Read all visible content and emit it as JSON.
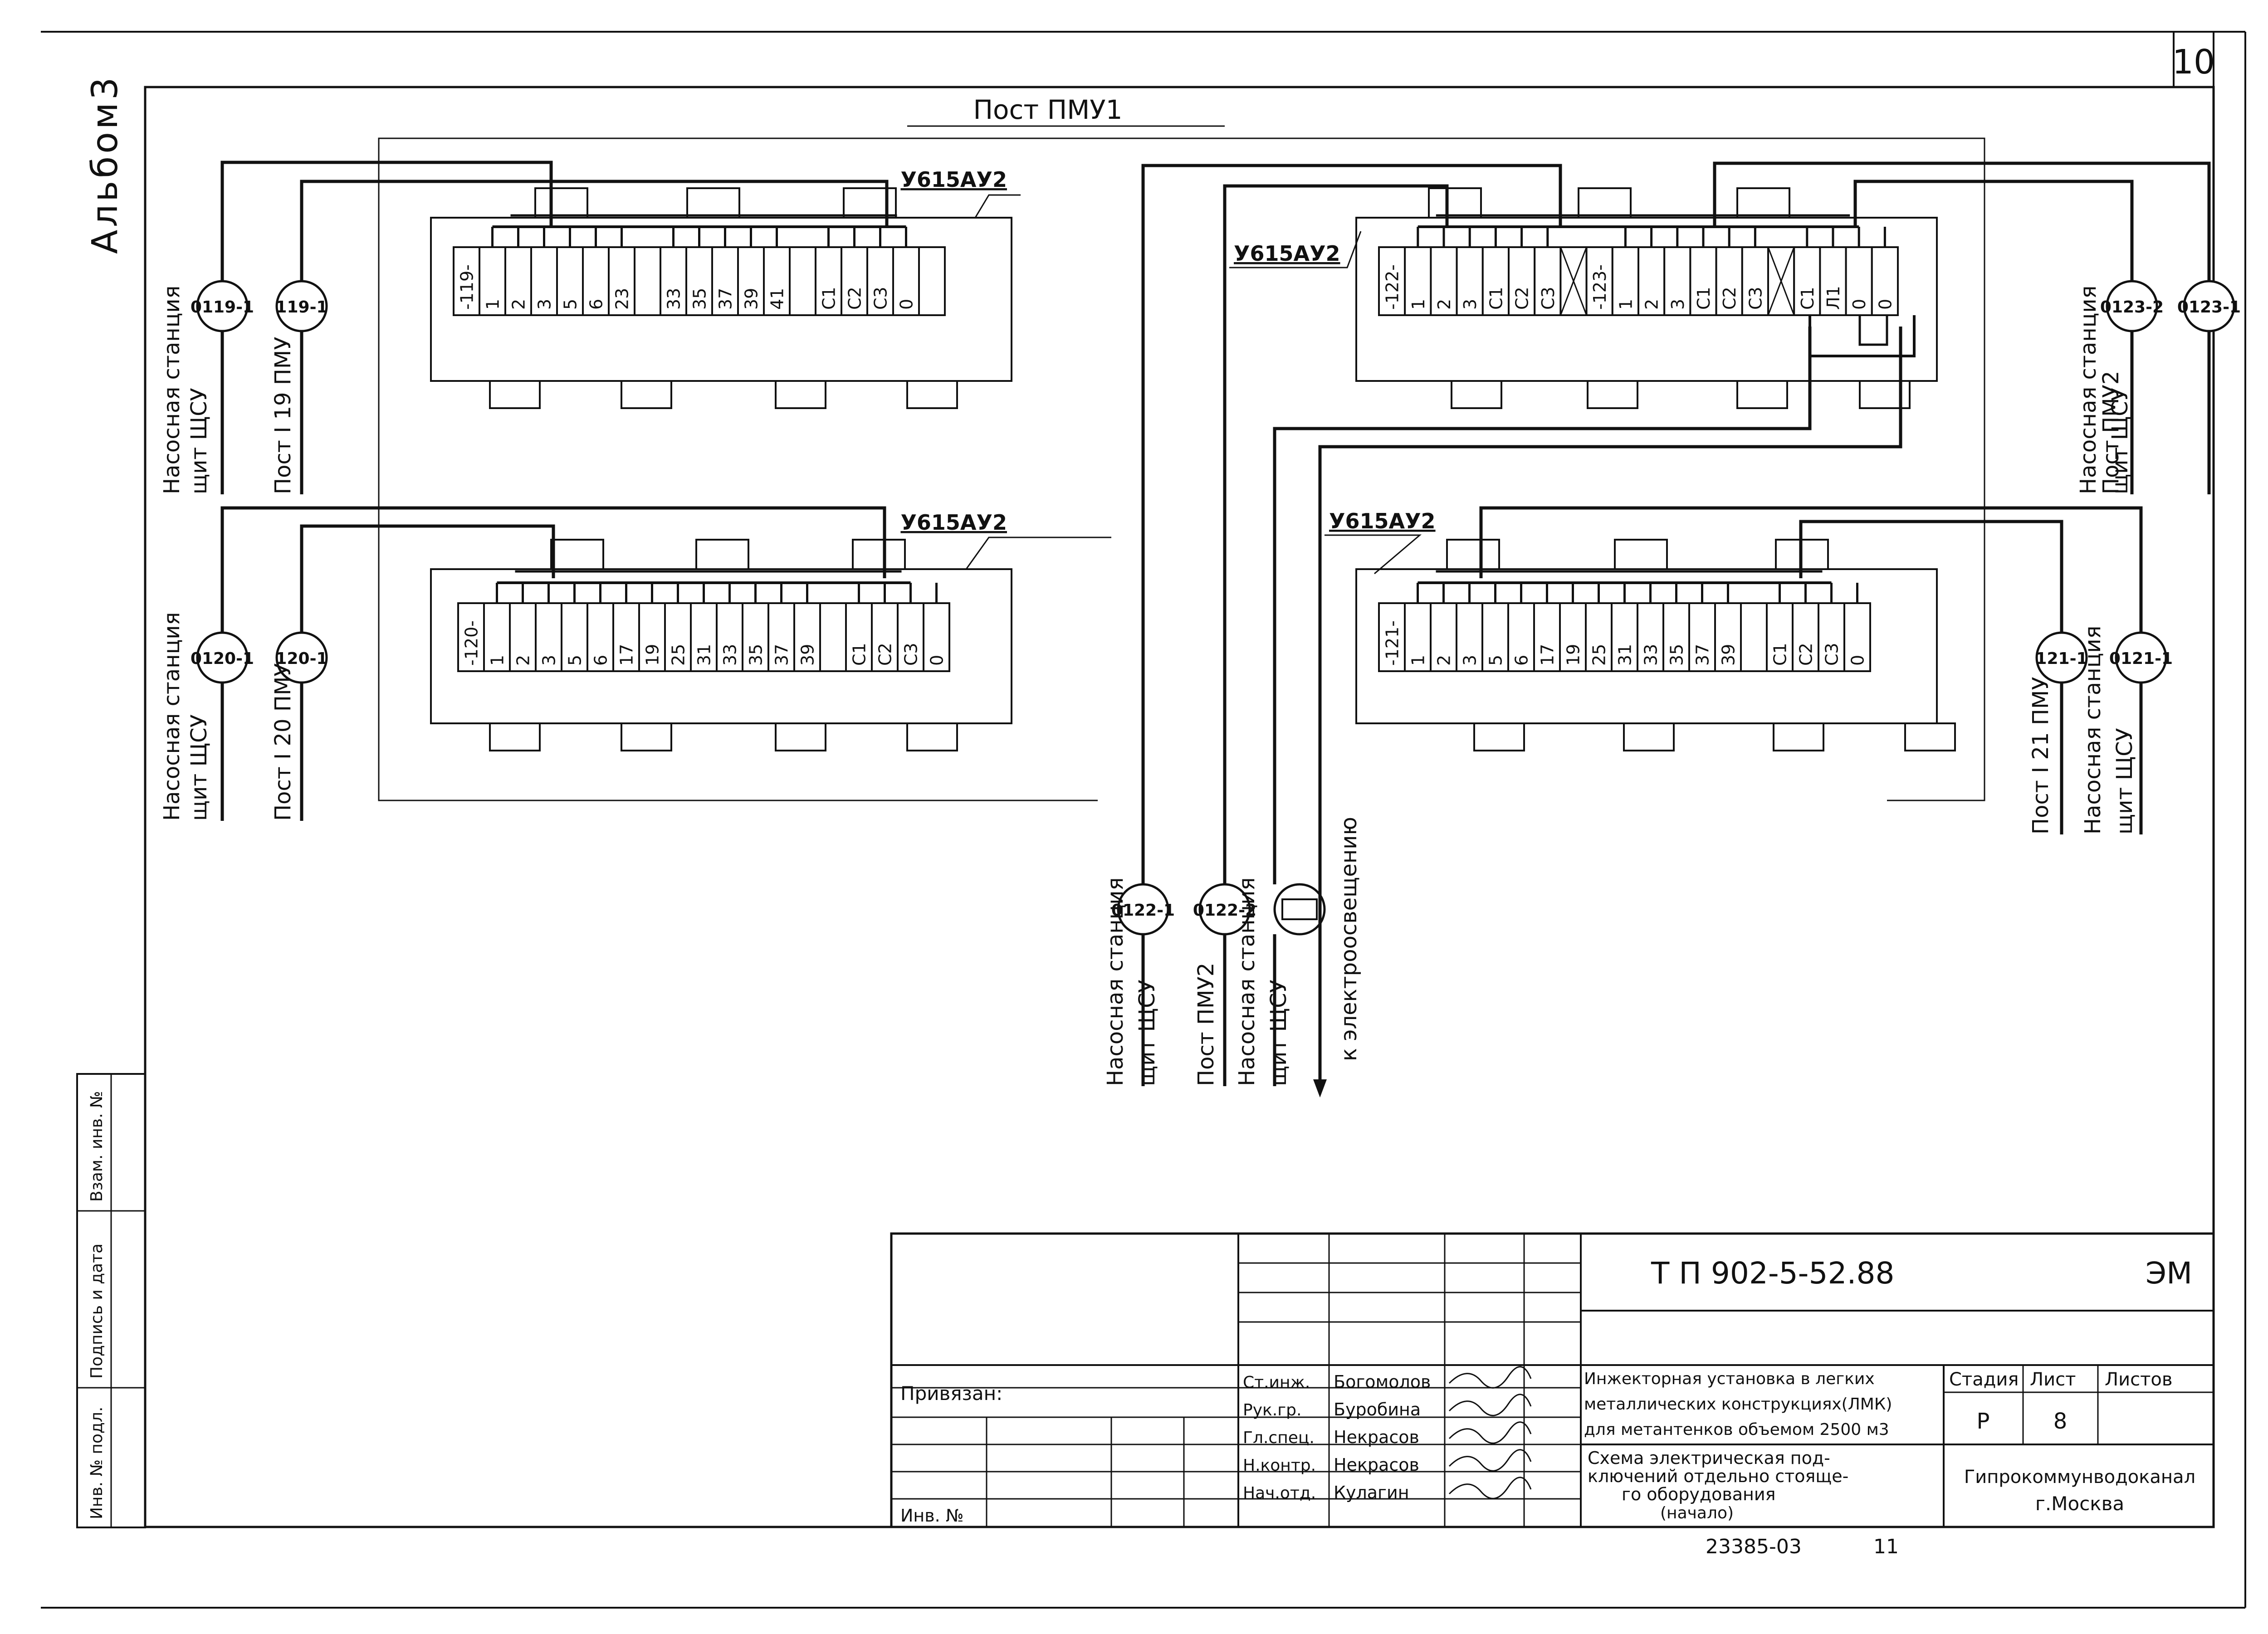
{
  "sheet_number": "10",
  "album": "Альбом3",
  "post_pmu1_label": "Пост ПМУ1",
  "panels": [
    {
      "id": "p1",
      "type_label": "У615АУ2",
      "terminals": [
        "-119-",
        "1",
        "2",
        "3",
        "5",
        "6",
        "23",
        "",
        "33",
        "35",
        "37",
        "39",
        "41",
        "",
        "С1",
        "С2",
        "С3",
        "0",
        ""
      ]
    },
    {
      "id": "p2",
      "type_label": "У615АУ2",
      "terminals": [
        "-120-",
        "1",
        "2",
        "3",
        "5",
        "6",
        "17",
        "19",
        "25",
        "31",
        "33",
        "35",
        "37",
        "39",
        "",
        "С1",
        "С2",
        "С3",
        "0"
      ]
    },
    {
      "id": "p3",
      "type_label": "У615АУ2",
      "terminals": [
        "-122-",
        "1",
        "2",
        "3",
        "С1",
        "С2",
        "С3",
        "X",
        "-123-",
        "1",
        "2",
        "3",
        "С1",
        "С2",
        "С3",
        "X",
        "С1",
        "Л1",
        "0",
        "0"
      ]
    },
    {
      "id": "p4",
      "type_label": "У615АУ2",
      "terminals": [
        "-121-",
        "1",
        "2",
        "3",
        "5",
        "6",
        "17",
        "19",
        "25",
        "31",
        "33",
        "35",
        "37",
        "39",
        "",
        "С1",
        "С2",
        "С3",
        "0"
      ]
    }
  ],
  "cables": [
    {
      "id": "c1191",
      "label": "0119-1",
      "dest": "Насосная станция, щит ЩСУ"
    },
    {
      "id": "c1192",
      "label": "119-1",
      "dest": "Пост I 19 ПМУ"
    },
    {
      "id": "c1201",
      "label": "0120-1",
      "dest": "Насосная станция, щит ЩСУ"
    },
    {
      "id": "c1202",
      "label": "120-1",
      "dest": "Пост I 20 ПМУ"
    },
    {
      "id": "c1231",
      "label": "0123-2",
      "dest": "Пост ПМУ2"
    },
    {
      "id": "c1232",
      "label": "0123-1",
      "dest": "Насосная станция, щит ЩСУ"
    },
    {
      "id": "c1211",
      "label": "121-1",
      "dest": "Пост I 21 ПМУ"
    },
    {
      "id": "c1212",
      "label": "0121-1",
      "dest": "Насосная станция, щит ЩСУ"
    },
    {
      "id": "c1221",
      "label": "0122-1",
      "dest": "Насосная станция щит ЩСУ"
    },
    {
      "id": "c1222",
      "label": "0122-2",
      "dest": "Пост ПМУ2"
    },
    {
      "id": "c1223",
      "label": "",
      "dest": "Насосная станция щит ЩСУ"
    },
    {
      "id": "c1224",
      "label": "",
      "dest": "к электроосвещению"
    }
  ],
  "side_stamp": [
    "Инв. № подл.",
    "Подпись и дата",
    "Взам. инв. №"
  ],
  "title_block": {
    "doc_code": "Т П 902-5-52.88",
    "section": "ЭМ",
    "privyazan": "Привязан:",
    "inv_no": "Инв. №",
    "roles": [
      {
        "role": "Ст.инж.",
        "name": "Богомолов"
      },
      {
        "role": "Рук.гр.",
        "name": "Буробина"
      },
      {
        "role": "Гл.спец.",
        "name": "Некрасов"
      },
      {
        "role": "Н.контр.",
        "name": "Некрасов"
      },
      {
        "role": "Нач.отд.",
        "name": "Кулагин"
      }
    ],
    "project_title": [
      "Инжекторная установка в легких",
      "металлических конструкциях(ЛМК)",
      "для метантенков объемом 2500 м3"
    ],
    "drawing_title": [
      "Схема электрическая под-",
      "ключений отдельно стояще-",
      "го оборудования",
      "(начало)"
    ],
    "stage_hdr": "Стадия",
    "sheet_hdr": "Лист",
    "sheets_hdr": "Листов",
    "stage": "Р",
    "sheet": "8",
    "org": [
      "Гипрокоммунводоканал",
      "г.Москва"
    ],
    "archive_no": "23385-03",
    "archive_sheet": "11"
  }
}
